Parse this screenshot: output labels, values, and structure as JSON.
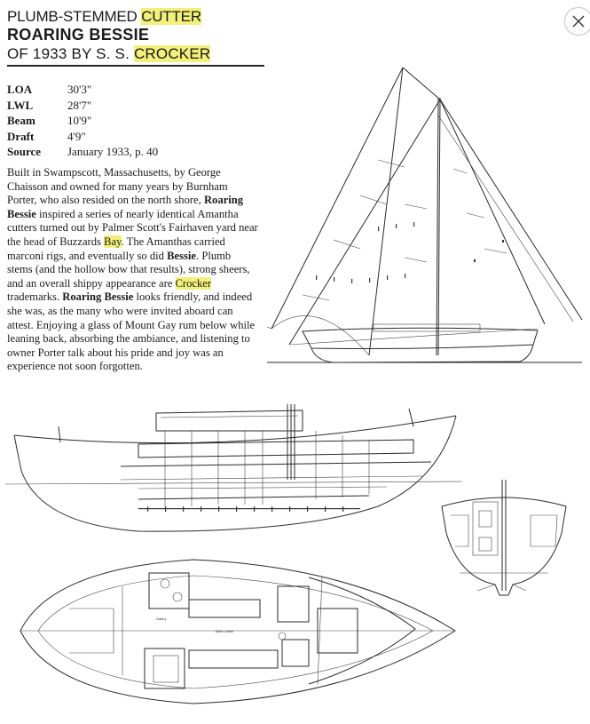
{
  "title": {
    "line1_prefix": "PLUMB-STEMMED ",
    "line1_highlight": "CUTTER",
    "line2": "ROARING BESSIE",
    "line3_prefix": "OF 1933 BY S. S. ",
    "line3_highlight": "CROCKER"
  },
  "specs": [
    {
      "label": "LOA",
      "value": "30'3\""
    },
    {
      "label": "LWL",
      "value": "28'7\""
    },
    {
      "label": "Beam",
      "value": "10'9\""
    },
    {
      "label": "Draft",
      "value": "4'9\""
    },
    {
      "label": "Source",
      "value": "January 1933, p. 40"
    }
  ],
  "body": {
    "p1": "Built in Swampscott, Massachusetts, by George Chaisson and owned for many years by Burnham Porter, who also resided on the north shore, ",
    "b1": "Roaring Bessie",
    "p2": " inspired a series of nearly identical Amantha cutters turned out by Palmer Scott's Fairhaven yard near the head of Buzzards ",
    "hl1": "Bay",
    "p3": ". The Amanthas carried marconi rigs, and eventually so did ",
    "b2": "Bessie",
    "p4": ". Plumb stems (and the hollow bow that results), strong sheers, and an overall shippy appearance are ",
    "hl2": "Crocker",
    "p5": " trademarks. ",
    "b3": "Roaring Bessie",
    "p6": " looks friendly, and indeed she was, as the many who were invited aboard can attest. Enjoying a glass of Mount Gay rum below while leaning back, absorbing the ambiance, and listening to owner Porter talk about his pride and joy was an experience not soon forgotten."
  },
  "drawings": {
    "plan_main_cabin_label": "Main Cabin",
    "plan_galley_label": "Galley"
  },
  "colors": {
    "highlight": "#f2f07a",
    "ink": "#1a1a1a"
  },
  "icons": {
    "close": "close-icon"
  }
}
